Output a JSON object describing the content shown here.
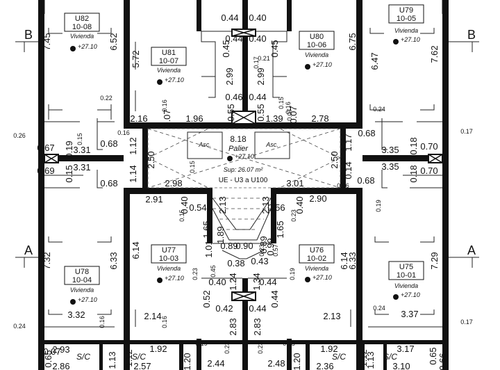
{
  "units": [
    {
      "id": "U82",
      "code": "10-08",
      "type": "Vivienda",
      "level": "+27.10"
    },
    {
      "id": "U81",
      "code": "10-07",
      "type": "Vivienda",
      "level": "+27.10"
    },
    {
      "id": "U80",
      "code": "10-06",
      "type": "Vivienda",
      "level": "+27.10"
    },
    {
      "id": "U79",
      "code": "10-05",
      "type": "Vivienda",
      "level": "+27.10"
    },
    {
      "id": "U78",
      "code": "10-04",
      "type": "Vivienda",
      "level": "+27.10"
    },
    {
      "id": "U77",
      "code": "10-03",
      "type": "Vivienda",
      "level": "+27.10"
    },
    {
      "id": "U76",
      "code": "10-02",
      "type": "Vivienda",
      "level": "+27.10"
    },
    {
      "id": "U75",
      "code": "10-01",
      "type": "Vivienda",
      "level": "+27.10"
    }
  ],
  "landing": {
    "area_number": "8.18",
    "name": "Palier",
    "level": "+27.10",
    "elevator_label": "Asc.",
    "sup": "Sup: 26.07 m²",
    "ue": "UE - U3 a U100"
  },
  "sections": {
    "b": "B",
    "a": "A"
  },
  "service": "S/C",
  "dims_large": [
    "7.45",
    "6.52",
    "5.72",
    "0.44",
    "0.40",
    "0.45",
    "0.44",
    "0.40",
    "0.45",
    "2.99",
    "2.99",
    "0.46",
    "0.44",
    "0.55",
    "0.55",
    "6.75",
    "6.47",
    "7.62",
    "2.16",
    "0.07",
    "1.96",
    "1.39",
    "0.07",
    "2.78",
    "0.67",
    "0.19",
    "3.31",
    "0.68",
    "1.12",
    "2.50",
    "0.69",
    "0.15",
    "3.31",
    "0.68",
    "1.14",
    "2.98",
    "1.17",
    "0.68",
    "3.35",
    "0.18",
    "0.70",
    "2.50",
    "0.14",
    "3.35",
    "0.18",
    "0.70",
    "3.01",
    "0.68",
    "2.91",
    "0.40",
    "0.54",
    "2.13",
    "2.13",
    "0.56",
    "0.40",
    "2.90",
    "1.65",
    "1.65",
    "7.32",
    "6.33",
    "6.14",
    "6.14",
    "6.33",
    "7.29",
    "0.38",
    "0.43",
    "1.24",
    "1.34",
    "0.40",
    "0.44",
    "0.52",
    "0.42",
    "0.44",
    "0.44",
    "2.83",
    "2.83",
    "3.32",
    "2.14",
    "2.13",
    "3.37",
    "2.93",
    "1.92",
    "1.92",
    "3.17",
    "2.86",
    "2.57",
    "2.36",
    "3.10",
    "1.20",
    "2.44",
    "2.48",
    "1.20",
    "1.12",
    "0.65",
    "0.07",
    "1.12",
    "0.65",
    "0.66",
    "1.13",
    "1.13",
    "1.89",
    "0.89",
    "0.90",
    "0.89",
    "0.99",
    "1.01"
  ],
  "dims_small": [
    "0.22",
    "0.16",
    "0.24",
    "0.26",
    "0.16",
    "0.15",
    "0.17",
    "0.21",
    "0.19",
    "0.17",
    "0.24",
    "0.24",
    "0.16",
    "0.16",
    "0.15",
    "0.15",
    "0.15",
    "0.23",
    "0.23",
    "0.19",
    "0.19",
    "0.15",
    "0.23",
    "0.23",
    "0.16",
    "0.17",
    "0.15",
    "0.16",
    "0.07",
    "0.45",
    "0.57",
    "0.23"
  ]
}
